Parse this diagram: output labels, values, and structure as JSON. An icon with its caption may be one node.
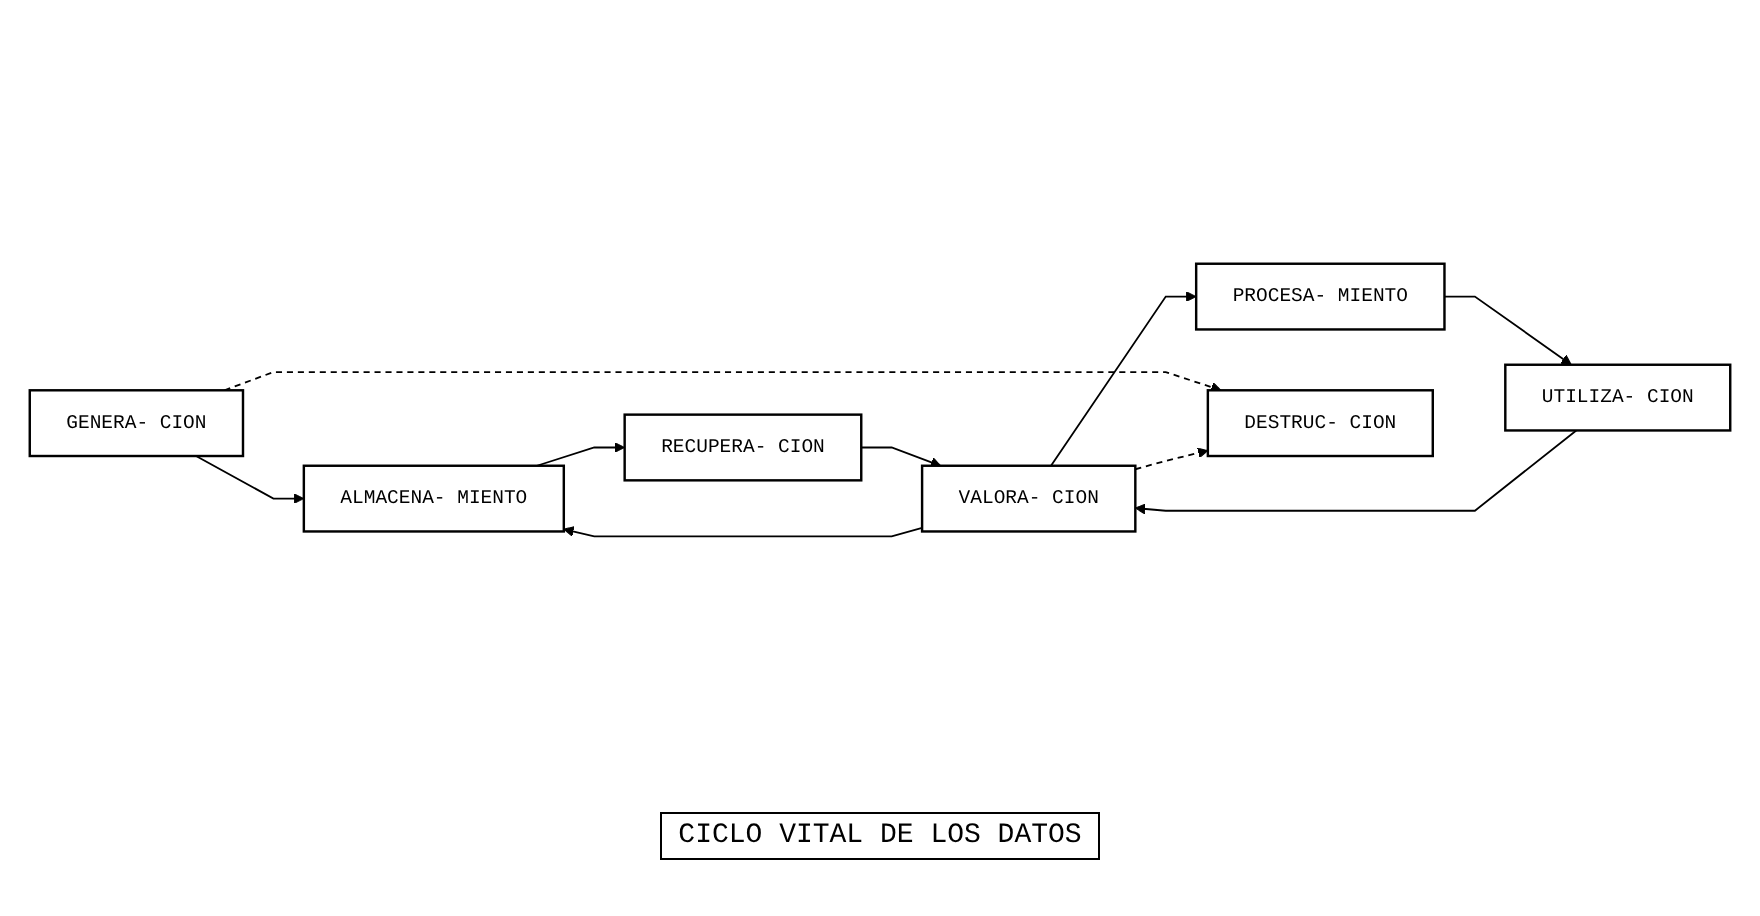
{
  "diagram": {
    "caption": "CICLO VITAL DE LOS DATOS",
    "nodes": [
      {
        "text": [
          "ALMACENA- MIENTO"
        ]
      },
      {
        "text": [
          "RECUPERA- CION"
        ]
      },
      {
        "text": [
          "GENERA- CION"
        ]
      },
      {
        "text": [
          "VALORA- CION"
        ]
      },
      {
        "text": [
          "PROCESA- MIENTO"
        ]
      },
      {
        "text": [
          "UTILIZA- CION"
        ]
      },
      {
        "text": [
          "DESTRUC- CION"
        ]
      }
    ],
    "edges": [
      {
        "from": 0,
        "to": 1,
        "arrow": "to"
      },
      {
        "from": 1,
        "to": 3,
        "arrow": "to"
      },
      {
        "from": 2,
        "to": 0,
        "arrow": "to"
      },
      {
        "from": 3,
        "to": 0,
        "arrow": "to"
      },
      {
        "from": 2,
        "to": 6,
        "arrow": "to",
        "style": "dashed"
      },
      {
        "from": 3,
        "to": 6,
        "arrow": "to",
        "style": "dashed"
      },
      {
        "from": 3,
        "to": 4,
        "arrow": "to"
      },
      {
        "from": 4,
        "to": 5,
        "arrow": "to"
      },
      {
        "from": 5,
        "to": 3,
        "arrow": "to"
      }
    ]
  }
}
